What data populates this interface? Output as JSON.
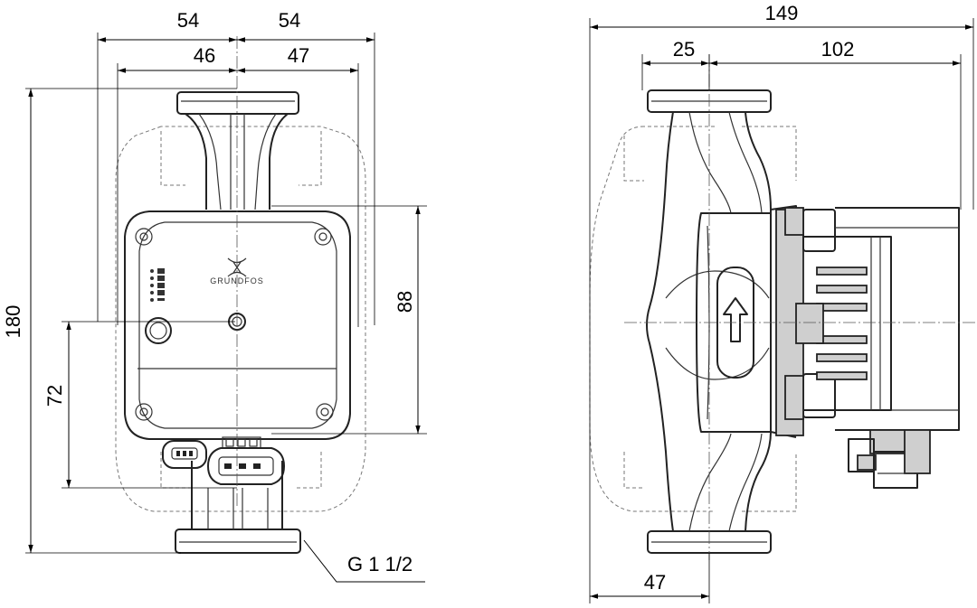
{
  "dimensions": {
    "front_outer_left": "54",
    "front_outer_right": "54",
    "front_inner_left": "46",
    "front_inner_right": "47",
    "front_height": "180",
    "front_box_height": "88",
    "front_lower": "72",
    "thread": "G 1 1/2",
    "side_total": "149",
    "side_left": "25",
    "side_right": "102",
    "side_bottom": "47"
  },
  "logo_text": "GRUNDFOS"
}
